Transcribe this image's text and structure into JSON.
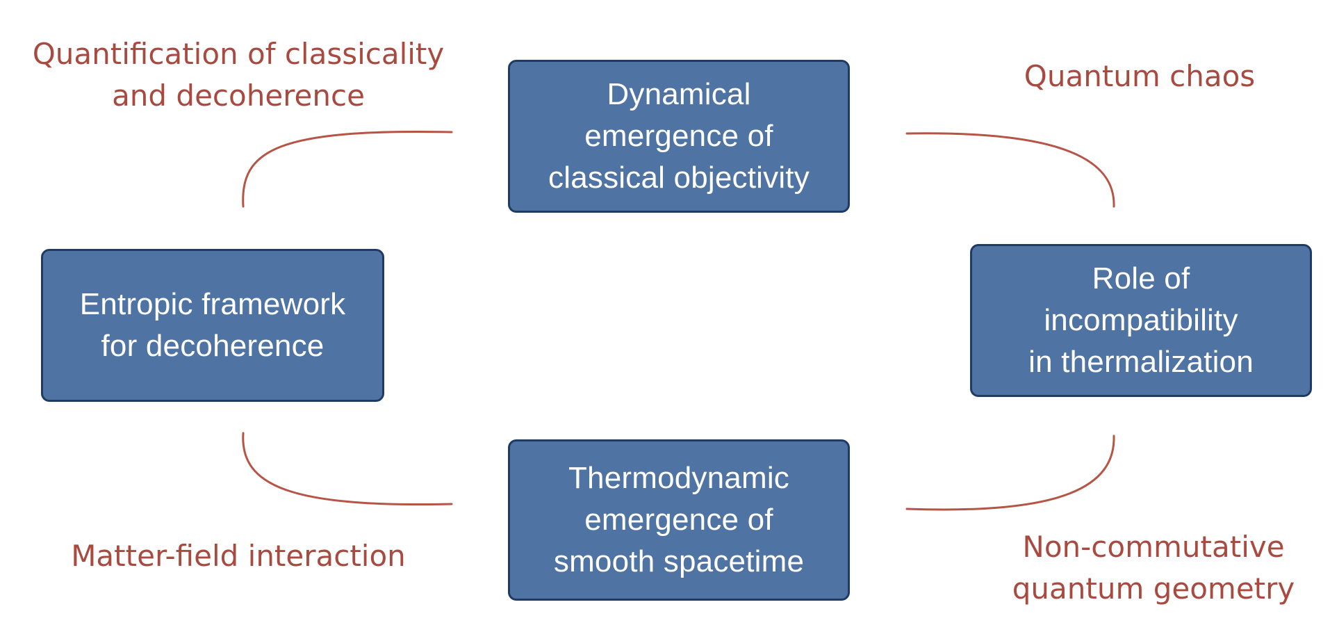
{
  "boxes": {
    "top": "Dynamical\nemergence of\nclassical objectivity",
    "left": "Entropic framework\nfor decoherence",
    "right": "Role of\nincompatibility\nin thermalization",
    "bottom": "Thermodynamic\nemergence of\nsmooth spacetime"
  },
  "annotations": {
    "top_left": "Quantification of classicality\nand decoherence",
    "top_right": "Quantum chaos",
    "bottom_left": "Matter-field interaction",
    "bottom_right": "Non-commutative\nquantum geometry"
  },
  "colors": {
    "box_fill": "#4f74a4",
    "box_border": "#1f3a63",
    "box_text": "#ffffff",
    "annotation_text": "#a84a40",
    "connector": "#b65446"
  }
}
